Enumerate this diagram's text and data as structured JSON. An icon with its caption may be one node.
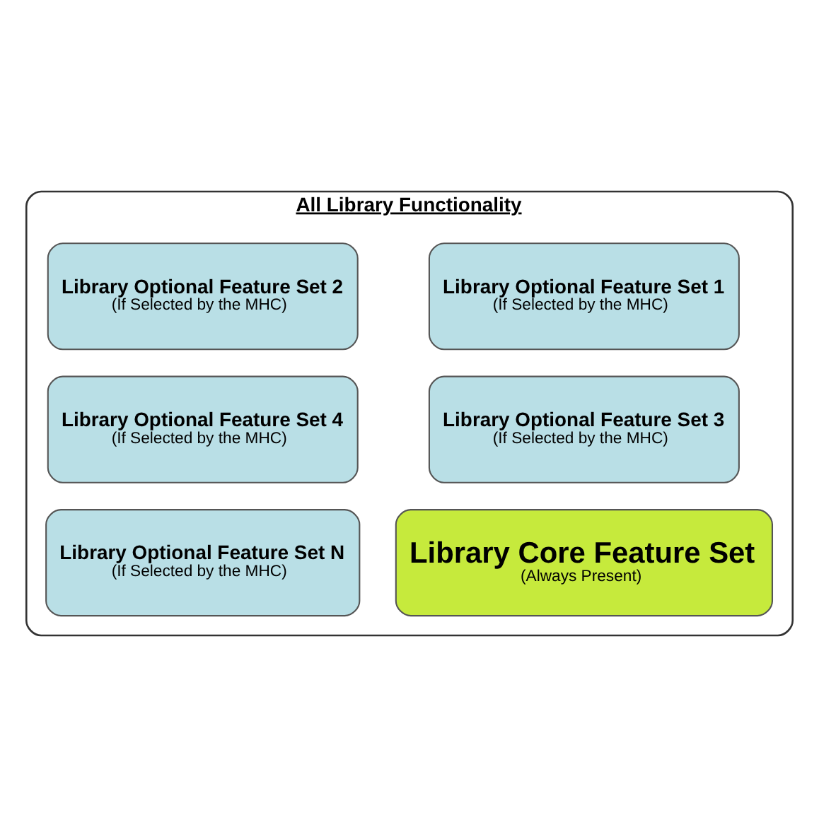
{
  "diagram": {
    "nodes": [
      {
        "text": [
          "All Library Functionality"
        ]
      },
      {
        "text": [
          "Library Optional Feature Set 1",
          "(If Selected by the MHC)"
        ],
        "in": 0
      },
      {
        "text": [
          "Library Optional Feature Set 2",
          "(If Selected by the MHC)"
        ],
        "in": 0
      },
      {
        "text": [
          "Library Optional Feature Set 3",
          "(If Selected by the MHC)"
        ],
        "in": 0
      },
      {
        "text": [
          "Library Optional Feature Set 4",
          "(If Selected by the MHC)"
        ],
        "in": 0
      },
      {
        "text": [
          "Library Core Feature Set",
          "(Always Present)"
        ],
        "in": 0
      },
      {
        "text": [
          "Library Optional Feature Set N",
          "(If Selected by the MHC)"
        ],
        "in": 0
      }
    ],
    "edges": []
  }
}
